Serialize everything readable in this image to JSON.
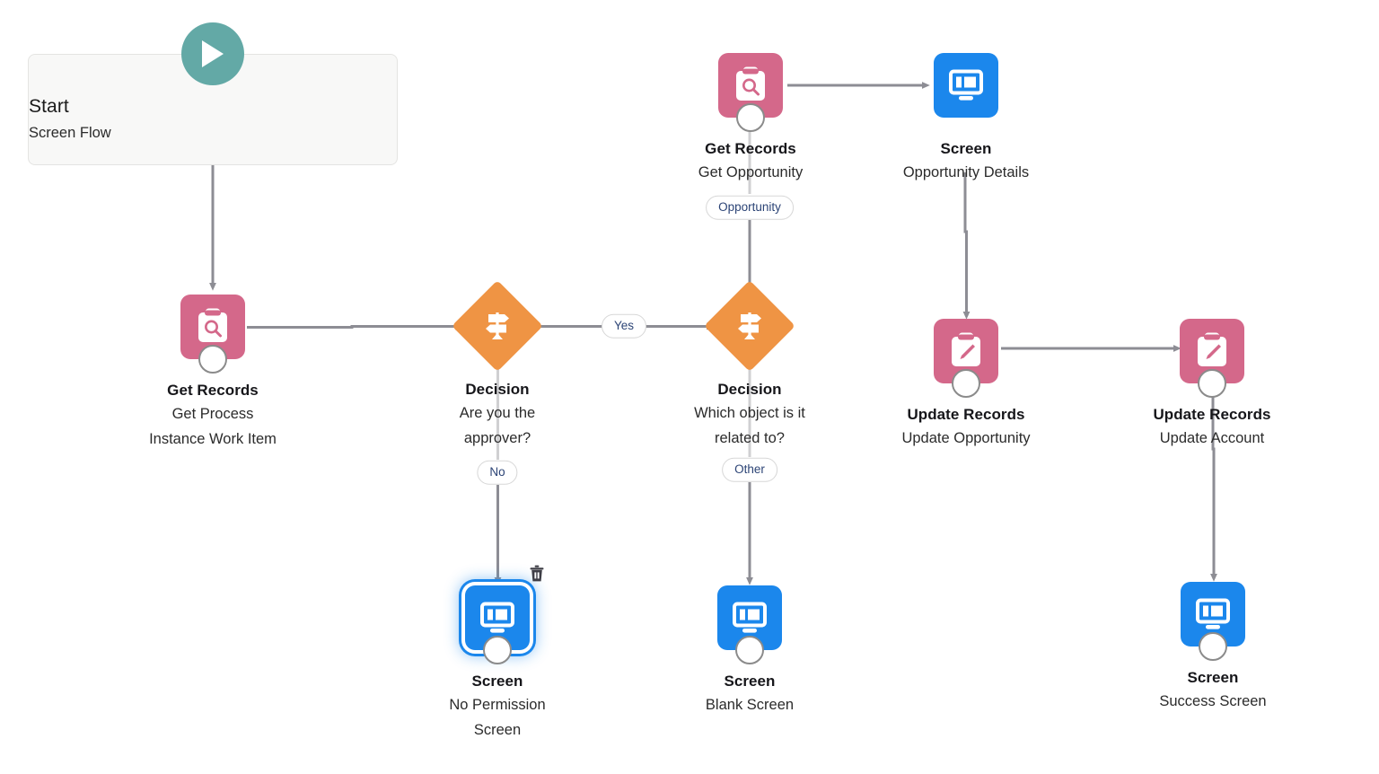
{
  "diagram": {
    "kind": "salesforce-flow-builder-canvas",
    "background_color": "#ffffff",
    "palette": {
      "start_teal": "#63a9a6",
      "get_update_records_pink": "#d4688a",
      "screen_blue": "#1b87ec",
      "decision_orange": "#ef9444",
      "connector_gray": "#8d8d94",
      "badge_text_navy": "#2c4476",
      "title_text": "#16161a",
      "subtitle_text": "#2b2b2b",
      "start_box_fill": "#f8f8f7",
      "start_box_border": "#e4e4e2"
    }
  },
  "start": {
    "icon": "play-icon",
    "title": "Start",
    "subtitle": "Screen Flow"
  },
  "nodes": [
    {
      "id": "get-records-work-item",
      "icon": "get-records-icon",
      "type_label": "Get Records",
      "name_lines": [
        "Get Process",
        "Instance Work Item"
      ],
      "has_port": true,
      "selected": false
    },
    {
      "id": "decision-approver",
      "icon": "decision-icon",
      "type_label": "Decision",
      "name_lines": [
        "Are you the",
        "approver?"
      ],
      "has_port": false,
      "selected": false
    },
    {
      "id": "get-records-opportunity",
      "icon": "get-records-icon",
      "type_label": "Get Records",
      "name_lines": [
        "Get Opportunity"
      ],
      "has_port": true,
      "selected": false
    },
    {
      "id": "screen-opportunity-details",
      "icon": "screen-icon",
      "type_label": "Screen",
      "name_lines": [
        "Opportunity Details"
      ],
      "has_port": false,
      "selected": false
    },
    {
      "id": "decision-which-object",
      "icon": "decision-icon",
      "type_label": "Decision",
      "name_lines": [
        "Which object is it",
        "related to?"
      ],
      "has_port": false,
      "selected": false
    },
    {
      "id": "update-records-opportunity",
      "icon": "update-records-icon",
      "type_label": "Update Records",
      "name_lines": [
        "Update Opportunity"
      ],
      "has_port": true,
      "selected": false
    },
    {
      "id": "update-records-account",
      "icon": "update-records-icon",
      "type_label": "Update Records",
      "name_lines": [
        "Update Account"
      ],
      "has_port": true,
      "selected": false
    },
    {
      "id": "screen-no-permission",
      "icon": "screen-icon",
      "type_label": "Screen",
      "name_lines": [
        "No Permission",
        "Screen"
      ],
      "has_port": true,
      "selected": true
    },
    {
      "id": "screen-blank",
      "icon": "screen-icon",
      "type_label": "Screen",
      "name_lines": [
        "Blank Screen"
      ],
      "has_port": true,
      "selected": false
    },
    {
      "id": "screen-success",
      "icon": "screen-icon",
      "type_label": "Screen",
      "name_lines": [
        "Success Screen"
      ],
      "has_port": true,
      "selected": false
    }
  ],
  "connector_labels": [
    {
      "id": "label-yes",
      "text": "Yes"
    },
    {
      "id": "label-no",
      "text": "No"
    },
    {
      "id": "label-opportunity",
      "text": "Opportunity"
    },
    {
      "id": "label-other",
      "text": "Other"
    }
  ],
  "selection_toolbar": {
    "delete_icon": "trash-icon"
  }
}
